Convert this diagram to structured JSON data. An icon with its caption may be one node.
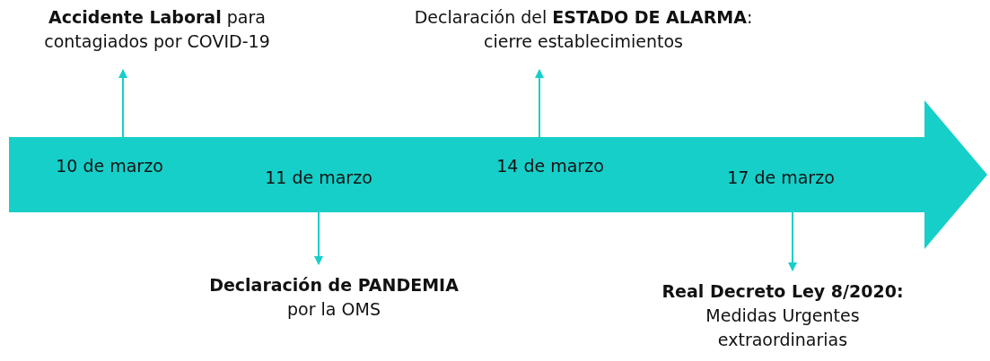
{
  "diagram": {
    "nodes": [
      {
        "text": [
          "10 de marzo",
          "11 de marzo",
          "14 de marzo",
          "17 de marzo"
        ]
      },
      {
        "text": [
          "**Accidente Laboral** para contagiados por COVID-19"
        ]
      },
      {
        "text": [
          "Declaración del **ESTADO DE ALARMA**: cierre establecimientos"
        ]
      },
      {
        "text": [
          "**Declaración de PANDEMIA** por la OMS"
        ]
      },
      {
        "text": [
          "**Real Decreto Ley 8/2020:** Medidas Urgentes extraordinarias"
        ]
      }
    ],
    "edges": [
      {
        "from": 0,
        "to": 1,
        "arrow": "to"
      },
      {
        "from": 0,
        "to": 2,
        "arrow": "to"
      },
      {
        "from": 0,
        "to": 3,
        "arrow": "to"
      },
      {
        "from": 0,
        "to": 4,
        "arrow": "to"
      }
    ]
  }
}
